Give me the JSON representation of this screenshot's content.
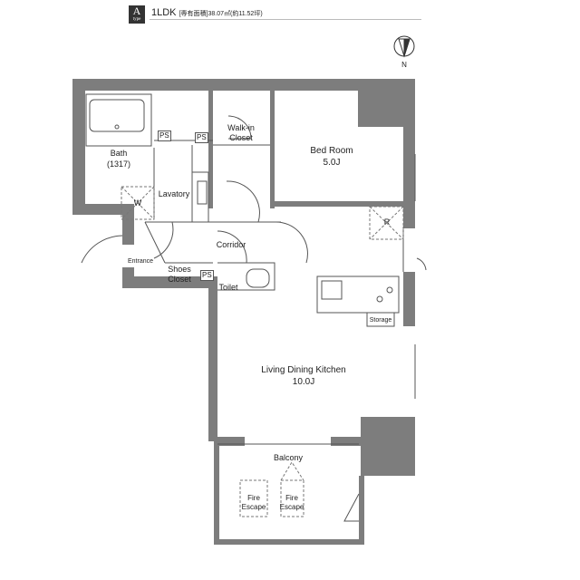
{
  "header": {
    "type_badge_letter": "A",
    "type_badge_sub": "type",
    "layout": "1LDK",
    "area_text": "[専有面積]38.07㎡(約11.52坪)"
  },
  "compass": {
    "label": "N"
  },
  "rooms": {
    "bath": "Bath",
    "bath_size": "(1317)",
    "ps1": "PS",
    "ps2": "PS",
    "ps3": "PS",
    "walkin": "Walk-in",
    "walkin2": "Closet",
    "bedroom": "Bed Room",
    "bedroom_size": "5.0J",
    "lavatory": "Lavatory",
    "washer": "W",
    "fridge": "R",
    "corridor": "Corridor",
    "entrance": "Entrance",
    "shoes": "Shoes",
    "shoes2": "Closet",
    "toilet": "Toilet",
    "storage": "Storage",
    "ldk": "Living Dining Kitchen",
    "ldk_size": "10.0J",
    "balcony": "Balcony",
    "fire1": "Fire",
    "fire1b": "Escape",
    "fire2": "Fire",
    "fire2b": "Escape"
  },
  "colors": {
    "wall": "#7d7d7d",
    "line": "#555555"
  }
}
